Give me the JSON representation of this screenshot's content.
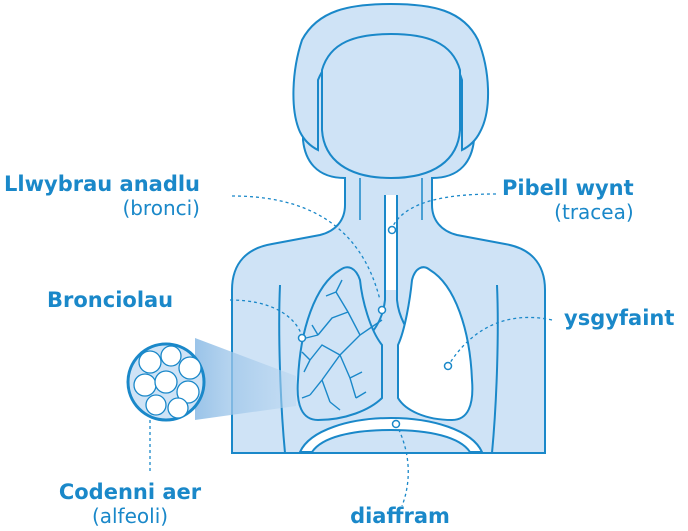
{
  "colors": {
    "label": "#1a88c9",
    "outline": "#1a88c9",
    "body_fill": "#cfe3f6",
    "lung_fill": "#ffffff"
  },
  "labels": {
    "bronchi": {
      "main": "Llwybrau anadlu",
      "sub": "(bronci)"
    },
    "trachea": {
      "main": "Pibell wynt",
      "sub": "(tracea)"
    },
    "bronchioles": {
      "main": "Bronciolau"
    },
    "lungs": {
      "main": "ysgyfaint"
    },
    "alveoli": {
      "main": "Codenni aer",
      "sub": "(alfeoli)"
    },
    "diaphragm": {
      "main": "diaffram"
    }
  }
}
